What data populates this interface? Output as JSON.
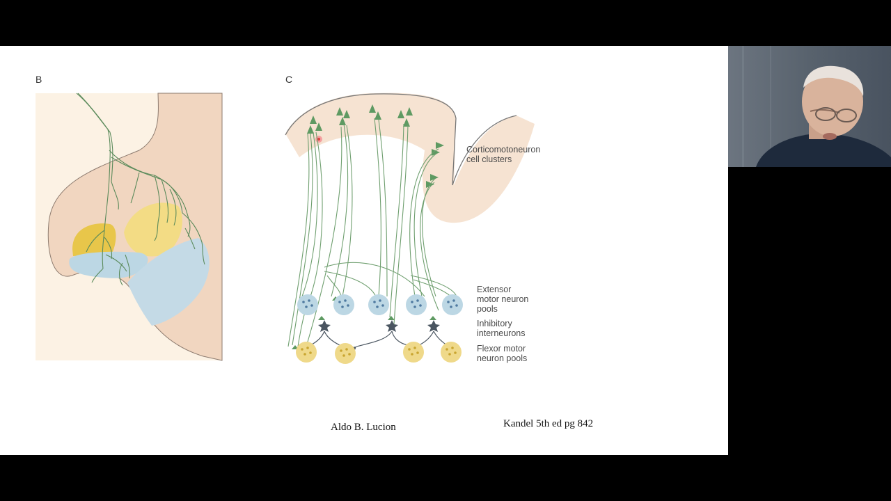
{
  "slide": {
    "panel_b_letter": "B",
    "panel_c_letter": "C",
    "labels": {
      "corticomotoneuron": "Corticomotoneuron\ncell clusters",
      "extensor": "Extensor\nmotor neuron\npools",
      "inhibitory": "Inhibitory\ninterneurons",
      "flexor": "Flexor motor\nneuron pools"
    },
    "footer_author": "Aldo B. Lucion",
    "footer_reference": "Kandel 5th ed pg 842"
  },
  "colors": {
    "tissue": "#f3dcc6",
    "neuron_green": "#5a8a5a",
    "extensor_blue": "#b9d6e4",
    "flexor_yellow": "#efd98a",
    "interneuron": "#4a5560"
  }
}
